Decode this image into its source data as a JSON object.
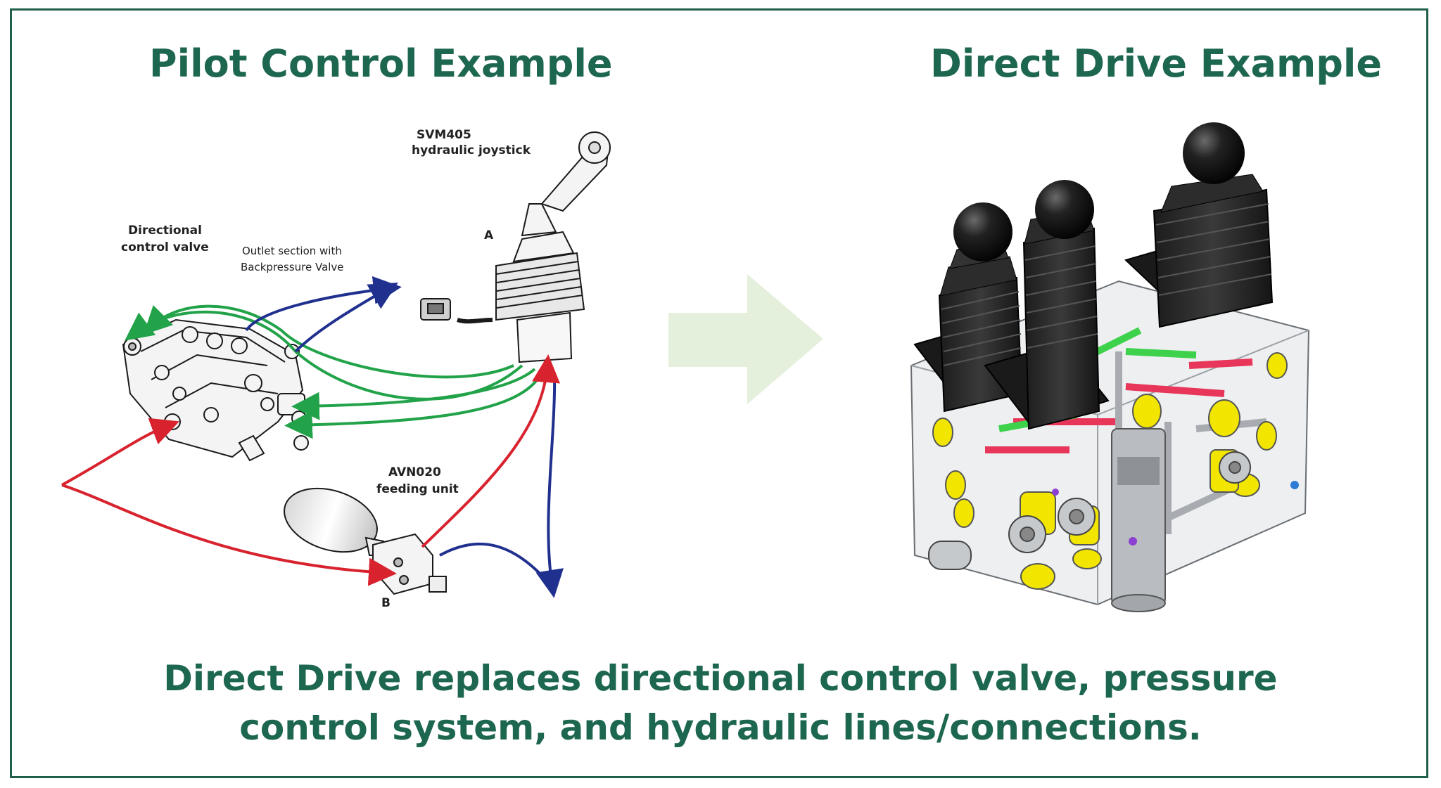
{
  "headings": {
    "left": "Pilot Control Example",
    "right": "Direct Drive Example"
  },
  "pilot_labels": {
    "joystick_model": "SVM405",
    "joystick_name": "hydraulic joystick",
    "valve_line1": "Directional",
    "valve_line2": "control valve",
    "outlet_line1": "Outlet section with",
    "outlet_line2": "Backpressure Valve",
    "feeding_model": "AVN020",
    "feeding_name": "feeding unit",
    "port_a": "A",
    "port_b": "B"
  },
  "caption": {
    "line1": "Direct Drive replaces directional control valve, pressure",
    "line2": "control system, and hydraulic lines/connections."
  },
  "colors": {
    "heading": "#1d6650",
    "frame": "#1f5f4c",
    "arrow": "#e4efdc",
    "line_green": "#22a34a",
    "line_blue": "#20308f",
    "line_red": "#d8232f",
    "knob": "#1a1a1a",
    "boot": "#2a2a2a",
    "block": "#eceef0",
    "fitting_yellow": "#f2e600",
    "pipe_red": "#e8365a",
    "pipe_green": "#3ed24c",
    "pipe_grey": "#a8acb0"
  }
}
